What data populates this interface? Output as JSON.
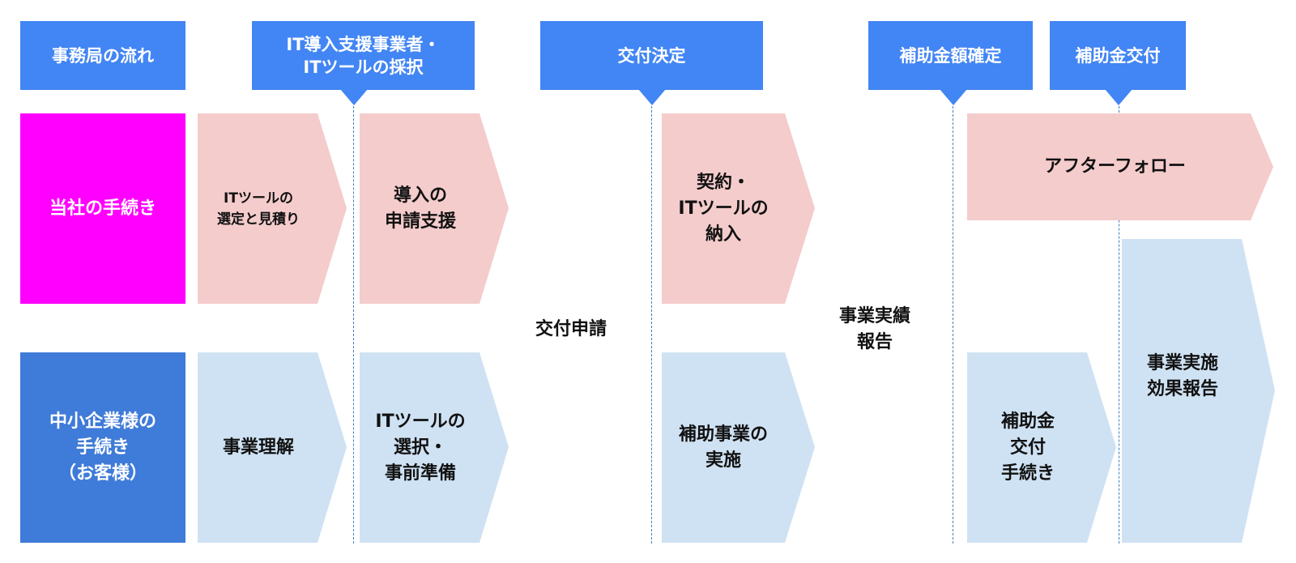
{
  "colors": {
    "header_blue": "#4285f4",
    "company_row": "#ff00ff",
    "client_row": "#3f7bd8",
    "pink_chevron": "#f4cccc",
    "blue_chevron": "#cfe2f3",
    "dashed_line": "#3f7fbf"
  },
  "headers": {
    "flow": "事務局の流れ",
    "it_select": "IT導入支援事業者・\nITツールの採択",
    "grant_decision": "交付決定",
    "amount_confirm": "補助金額確定",
    "grant_payment": "補助金交付"
  },
  "rows": {
    "company": "当社の手続き",
    "client": "中小企業様の\n手続き\n（お客様）"
  },
  "company_steps": {
    "select_estimate": "ITツールの\n選定と見積り",
    "application_support": "導入の\n申請支援",
    "contract_delivery": "契約・\nITツールの\n納入",
    "after_follow": "アフターフォロー"
  },
  "client_steps": {
    "understanding": "事業理解",
    "preparation": "ITツールの\n選択・\n事前準備",
    "implementation": "補助事業の\n実施",
    "grant_procedure": "補助金\n交付\n手続き",
    "effect_report": "事業実施\n効果報告"
  },
  "milestones": {
    "application": "交付申請",
    "performance_report": "事業実績\n報告"
  },
  "icons": {
    "header_pointer": "down-triangle-icon",
    "step_shape": "chevron-arrow-icon"
  }
}
